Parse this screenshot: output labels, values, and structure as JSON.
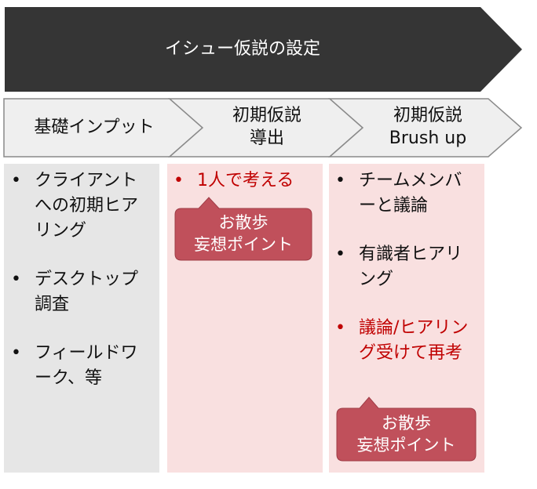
{
  "banner": {
    "title": "イシュー仮説の設定"
  },
  "steps": [
    {
      "label": "基礎インプット"
    },
    {
      "label": "初期仮説\n導出"
    },
    {
      "label": "初期仮説\nBrush up"
    }
  ],
  "columns": [
    {
      "items": [
        {
          "text": "クライアントへの初期ヒアリング"
        },
        {
          "text": "デスクトップ調査"
        },
        {
          "text": "フィールドワーク、等"
        }
      ]
    },
    {
      "items": [
        {
          "text": "1人で考える",
          "highlight": true
        }
      ]
    },
    {
      "items": [
        {
          "text": "チームメンバーと議論"
        },
        {
          "text": "有識者ヒアリング"
        },
        {
          "text": "議論/ヒアリング受けて再考",
          "highlight": true
        }
      ]
    }
  ],
  "callouts": [
    {
      "line1": "お散歩",
      "line2": "妄想ポイント"
    },
    {
      "line1": "お散歩",
      "line2": "妄想ポイント"
    }
  ],
  "colors": {
    "banner": "#353535",
    "step_fill": "#efefef",
    "step_stroke": "#8a8a8a",
    "col_gray": "#e6e6e6",
    "col_pink": "#f9e0e0",
    "callout": "#c0505b",
    "highlight_text": "#c00000"
  }
}
